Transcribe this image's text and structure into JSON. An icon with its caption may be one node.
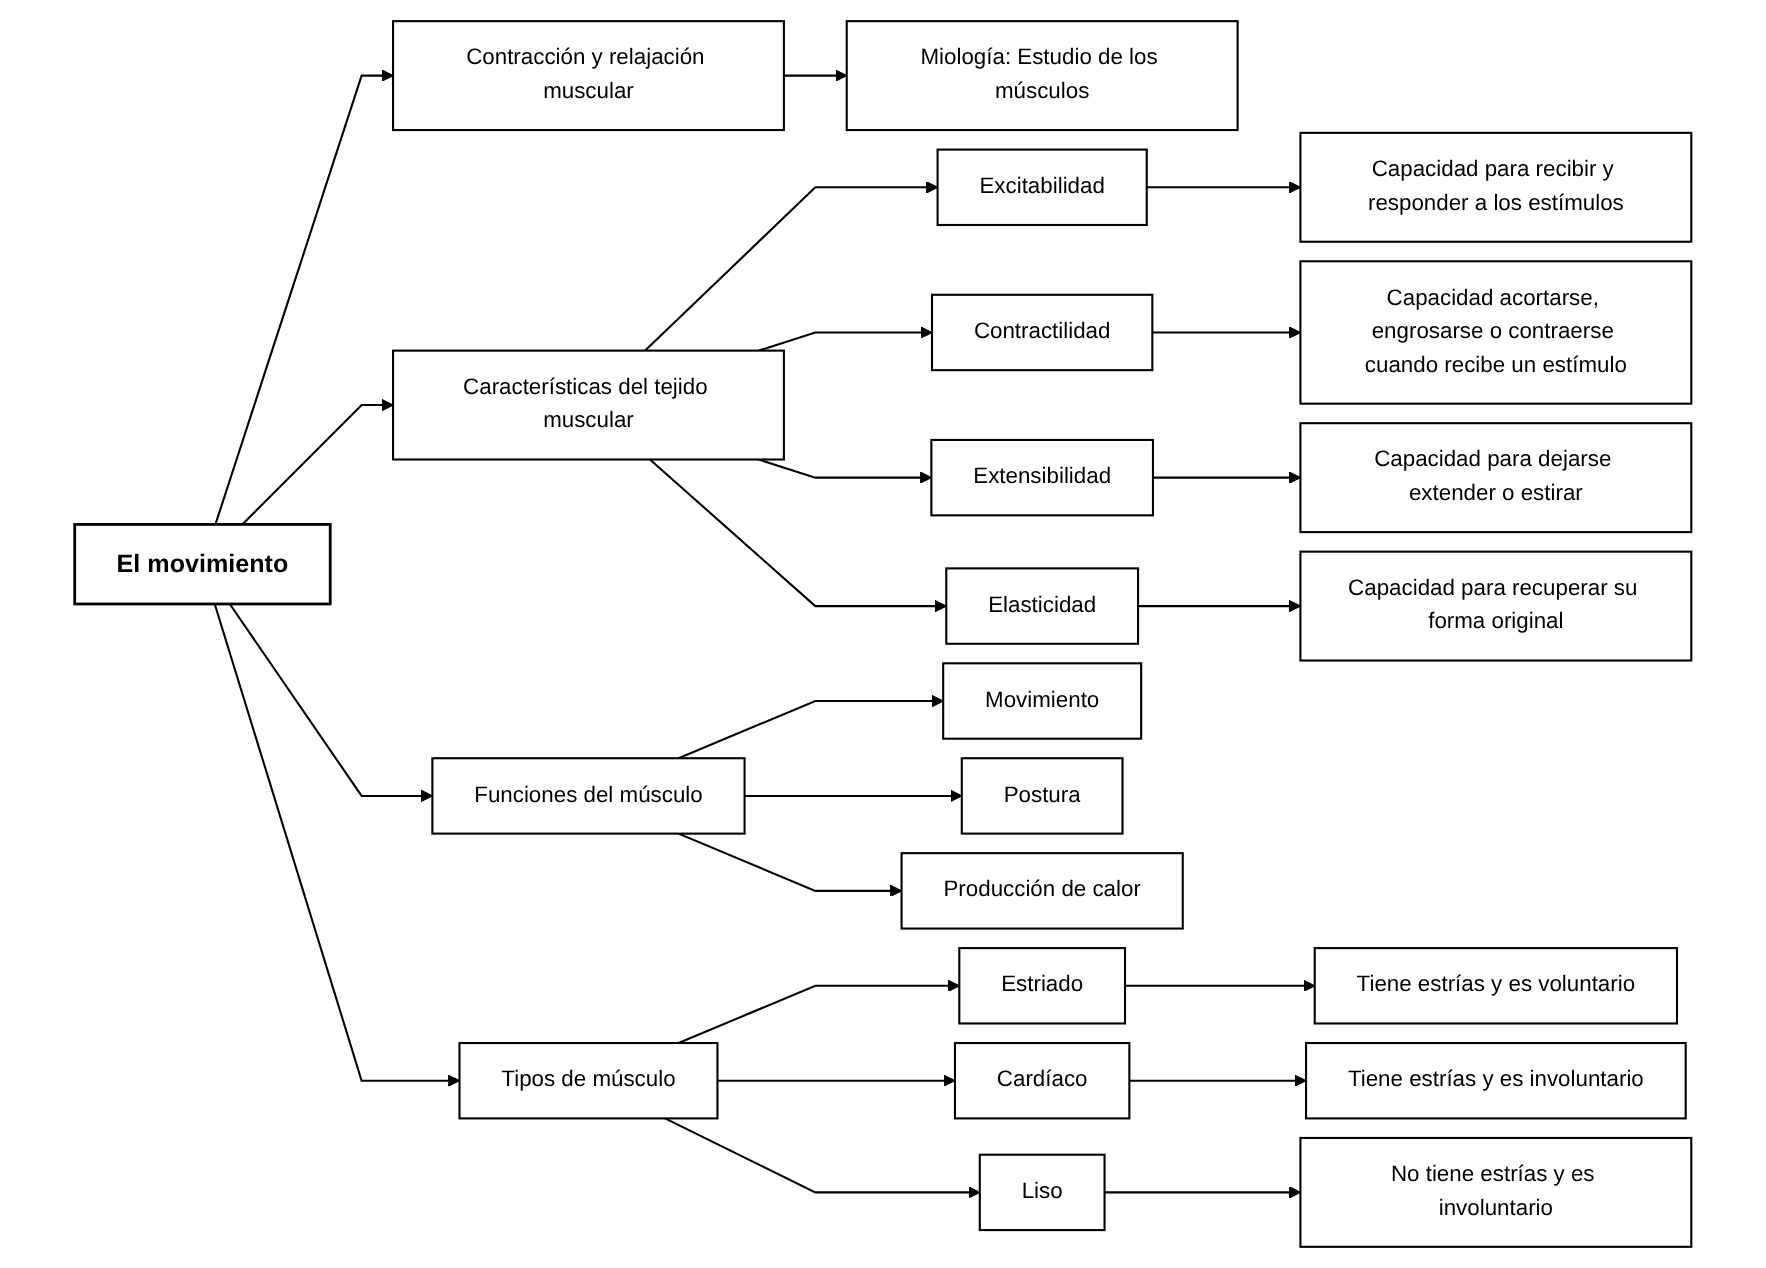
{
  "diagram": {
    "nodes": [
      {
        "text": [
          "El movimiento"
        ]
      },
      {
        "text": [
          "Contracción y relajación muscular"
        ]
      },
      {
        "text": [
          "Miología: Estudio de los músculos"
        ]
      },
      {
        "text": [
          "Características del tejido muscular"
        ]
      },
      {
        "text": [
          "Excitabilidad"
        ]
      },
      {
        "text": [
          "Capacidad para recibir y responder a los estímulos"
        ]
      },
      {
        "text": [
          "Contractilidad"
        ]
      },
      {
        "text": [
          "Capacidad acortarse, engrosarse o contraerse cuando recibe un estímulo"
        ]
      },
      {
        "text": [
          "Extensibilidad"
        ]
      },
      {
        "text": [
          "Capacidad para dejarse extender o estirar"
        ]
      },
      {
        "text": [
          "Elasticidad"
        ]
      },
      {
        "text": [
          "Capacidad para recuperar su forma original"
        ]
      },
      {
        "text": [
          "Funciones del músculo"
        ]
      },
      {
        "text": [
          "Movimiento"
        ]
      },
      {
        "text": [
          "Postura"
        ]
      },
      {
        "text": [
          "Producción de calor"
        ]
      },
      {
        "text": [
          "Tipos de músculo"
        ]
      },
      {
        "text": [
          "Estriado"
        ]
      },
      {
        "text": [
          "Tiene estrías y es voluntario"
        ]
      },
      {
        "text": [
          "Cardíaco"
        ]
      },
      {
        "text": [
          "Tiene estrías y es involuntario"
        ]
      },
      {
        "text": [
          "Liso"
        ]
      },
      {
        "text": [
          "No tiene estrías y es involuntario"
        ]
      }
    ],
    "edges": [
      {
        "from": 0,
        "to": 1,
        "arrow": "to"
      },
      {
        "from": 1,
        "to": 2,
        "arrow": "to"
      },
      {
        "from": 0,
        "to": 3,
        "arrow": "to"
      },
      {
        "from": 0,
        "to": 12,
        "arrow": "to"
      },
      {
        "from": 0,
        "to": 16,
        "arrow": "to"
      },
      {
        "from": 3,
        "to": 4,
        "arrow": "to"
      },
      {
        "from": 3,
        "to": 6,
        "arrow": "to"
      },
      {
        "from": 3,
        "to": 8,
        "arrow": "to"
      },
      {
        "from": 3,
        "to": 10,
        "arrow": "to"
      },
      {
        "from": 4,
        "to": 5,
        "arrow": "to"
      },
      {
        "from": 6,
        "to": 7,
        "arrow": "to"
      },
      {
        "from": 8,
        "to": 9,
        "arrow": "to"
      },
      {
        "from": 10,
        "to": 11,
        "arrow": "to"
      },
      {
        "from": 12,
        "to": 13,
        "arrow": "to"
      },
      {
        "from": 12,
        "to": 14,
        "arrow": "to"
      },
      {
        "from": 12,
        "to": 15,
        "arrow": "to"
      },
      {
        "from": 16,
        "to": 17,
        "arrow": "to"
      },
      {
        "from": 16,
        "to": 19,
        "arrow": "to"
      },
      {
        "from": 16,
        "to": 21,
        "arrow": "to"
      },
      {
        "from": 17,
        "to": 18,
        "arrow": "to"
      },
      {
        "from": 19,
        "to": 20,
        "arrow": "to"
      },
      {
        "from": 21,
        "to": 22,
        "arrow": "to"
      }
    ]
  }
}
